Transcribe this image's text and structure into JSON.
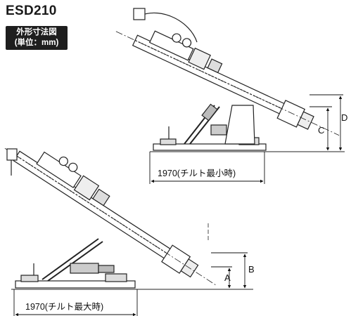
{
  "header": {
    "model": "ESD210",
    "badge_line1": "外形寸法図",
    "badge_line2": "(単位：mm)"
  },
  "views": {
    "min_tilt": {
      "width_label": "1970(チルト最小時)"
    },
    "max_tilt": {
      "width_label": "1970(チルト最大時)"
    }
  },
  "dimensions": {
    "a": "A",
    "b": "B",
    "c": "C",
    "d": "D"
  }
}
